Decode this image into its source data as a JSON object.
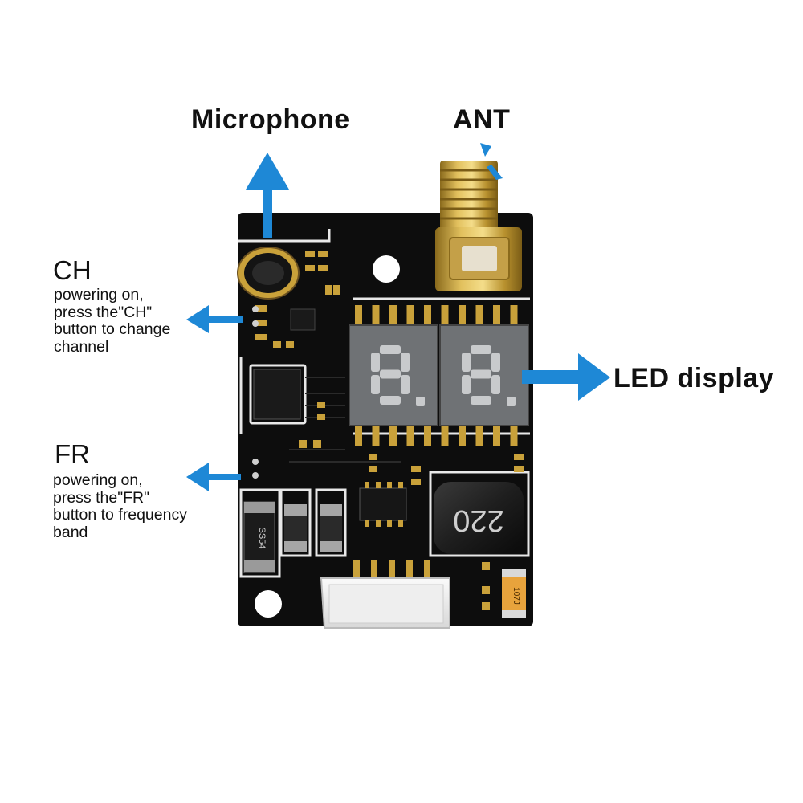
{
  "labels": {
    "microphone": "Microphone",
    "ant": "ANT",
    "led_display": "LED display",
    "ch": {
      "title": "CH",
      "lines": [
        "powering on,",
        "press the\"CH\"",
        "button to change",
        "channel"
      ]
    },
    "fr": {
      "title": "FR",
      "lines": [
        "powering on,",
        "press the\"FR\"",
        "button to frequency",
        "band"
      ]
    }
  },
  "board": {
    "inductor_marking": "220",
    "diode_marking": "SS54",
    "cap_marking": "107J"
  },
  "colors": {
    "arrow": "#1e88d6",
    "pcb": "#0d0d0d",
    "gold": "#c9a13a",
    "segment_face": "#6f7275",
    "segment_lit": "#c8cacc"
  }
}
